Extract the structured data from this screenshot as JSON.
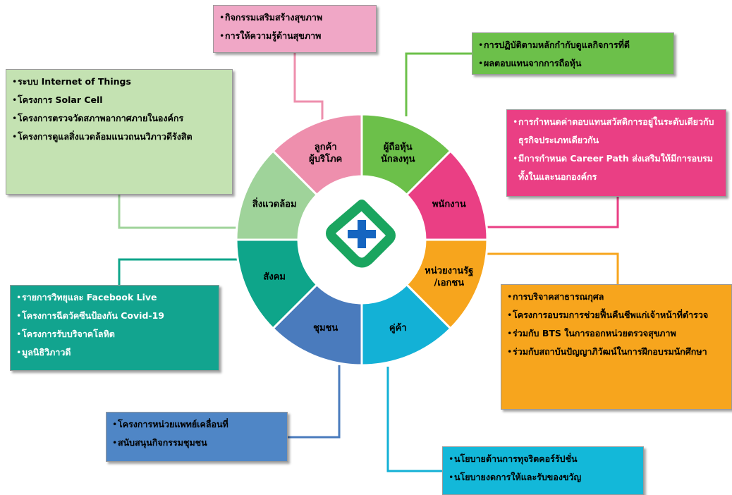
{
  "colors": {
    "pink": "#ee8fad",
    "green": "#6cc04a",
    "magenta": "#ea3f84",
    "orange": "#f7a51d",
    "cyan": "#13b1d6",
    "blue": "#4a7bbd",
    "teal": "#0ea58a",
    "lightgreen": "#9fd39a",
    "logo_green": "#1aa55f",
    "logo_blue": "#1565c0"
  },
  "center_logo": {
    "icon": "green-cross-logo-icon"
  },
  "wheel": {
    "segments": [
      {
        "label": "ลูกค้า\nผู้บริโภค",
        "color": "#ee8fad"
      },
      {
        "label": "ผู้ถือหุ้น\nนักลงทุน",
        "color": "#6cc04a"
      },
      {
        "label": "พนักงาน",
        "color": "#ea3f84"
      },
      {
        "label": "หน่วยงานรัฐ\n/เอกชน",
        "color": "#f7a51d"
      },
      {
        "label": "คู่ค้า",
        "color": "#13b1d6"
      },
      {
        "label": "ชุมชน",
        "color": "#4a7bbd"
      },
      {
        "label": "สังคม",
        "color": "#0ea58a"
      },
      {
        "label": "สิ่งแวดล้อม",
        "color": "#9fd39a"
      }
    ]
  },
  "boxes": {
    "consumer": {
      "color": "#f0a7c6",
      "items": [
        "กิจกรรมเสริมสร้างสุขภาพ",
        "การให้ความรู้ด้านสุขภาพ"
      ]
    },
    "environment": {
      "color": "#c4e2b2",
      "items": [
        "ระบบ Internet of Things",
        "โครงการ Solar Cell",
        "โครงการตรวจวัดสภาพอากาศภายในองค์กร",
        "โครงการดูแลสิ่งแวดล้อมแนวถนนวิภาวดีรังสิต"
      ]
    },
    "shareholder": {
      "color": "#6cc04a",
      "items": [
        "การปฏิบัติตามหลักกำกับดูแลกิจการที่ดี",
        "ผลตอบแทนจากการถือหุ้น"
      ]
    },
    "employee": {
      "color": "#ea3f84",
      "items": [
        "การกำหนดค่าตอบแทนสวัสดิการอยู่ในระดับเดียวกับธุรกิจประเภทเดียวกัน",
        "มีการกำหนด Career Path ส่งเสริมให้มีการอบรมทั้งในและนอกองค์กร"
      ]
    },
    "government": {
      "color": "#f7a51d",
      "items": [
        "การบริจาคสาธารณกุศล",
        "โครงการอบรมการช่วยฟื้นคืนชีพแก่เจ้าหน้าที่ตำรวจ",
        "ร่วมกับ BTS ในการออกหน่วยตรวจสุขภาพ",
        "ร่วมกับสถาบันปัญญาภิวัฒน์ในการฝึกอบรมนักศึกษา"
      ]
    },
    "society": {
      "color": "#12a48f",
      "items": [
        "รายการวิทยุและ Facebook Live",
        "โครงการฉีดวัคซีนป้องกัน Covid-19",
        "โครงการรับบริจาคโลหิต",
        "มูลนิธิวิภาวดี"
      ]
    },
    "community": {
      "color": "#4f86c6",
      "items": [
        "โครงการหน่วยแพทย์เคลื่อนที่",
        "สนับสนุนกิจกรรมชุมชน"
      ]
    },
    "partner": {
      "color": "#13b8d9",
      "items": [
        "นโยบายต้านการทุจริตคอร์รัปชั่น",
        "นโยบายงดการให้และรับของขวัญ"
      ]
    }
  }
}
